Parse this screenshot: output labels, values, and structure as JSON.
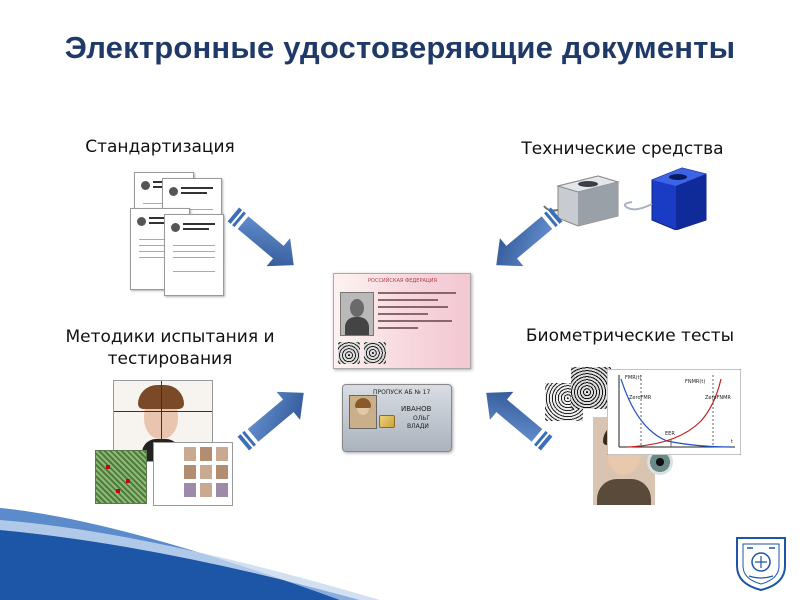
{
  "title": "Электронные удостоверяющие документы",
  "captions": {
    "standardization": "Стандартизация",
    "technical_means": "Технические средства",
    "test_methods_line1": "Методики испытания и",
    "test_methods_line2": "тестирования",
    "biometric_tests": "Биометрические тесты"
  },
  "passport": {
    "country_header": "РОССИЙСКАЯ ФЕДЕРАЦИЯ"
  },
  "pass_card": {
    "header": "ПРОПУСК АБ № 17",
    "line1": "ИВАНОВ",
    "line2": "ОЛЬГ",
    "line3": "ВЛАДИ"
  },
  "graph": {
    "curve1_label": "FMR(t)",
    "curve2_label": "FNMR(t)",
    "zero_fmr": "ZeroFMR",
    "zero_fnmr": "ZeroFNMR",
    "eer": "EER",
    "x_axis": "t"
  },
  "colors": {
    "title": "#1f3a68",
    "arrow": "#3d6fb8",
    "arrow_dark": "#2a4f8e",
    "slide_band": "#1d56a6"
  }
}
